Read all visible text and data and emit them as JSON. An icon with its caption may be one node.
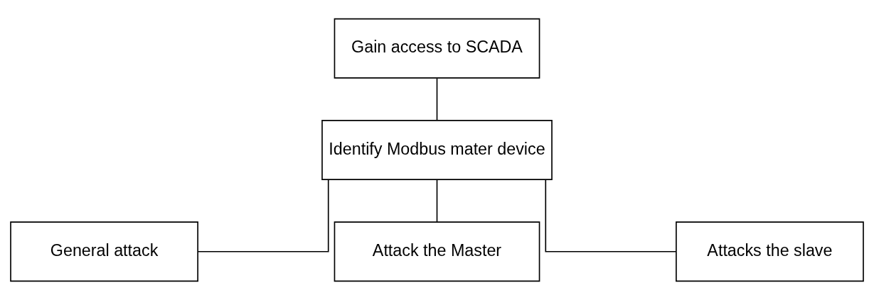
{
  "diagram": {
    "nodes": [
      {
        "text": [
          "Gain access to SCADA"
        ]
      },
      {
        "text": [
          "Identify Modbus mater device"
        ]
      },
      {
        "text": [
          "General attack"
        ]
      },
      {
        "text": [
          "Attack the Master"
        ]
      },
      {
        "text": [
          "Attacks the slave"
        ]
      }
    ],
    "edges": [
      {
        "from": 0,
        "to": 1,
        "arrow": "none"
      },
      {
        "from": 1,
        "to": 2,
        "arrow": "none"
      },
      {
        "from": 1,
        "to": 3,
        "arrow": "none"
      },
      {
        "from": 1,
        "to": 4,
        "arrow": "none"
      }
    ]
  }
}
